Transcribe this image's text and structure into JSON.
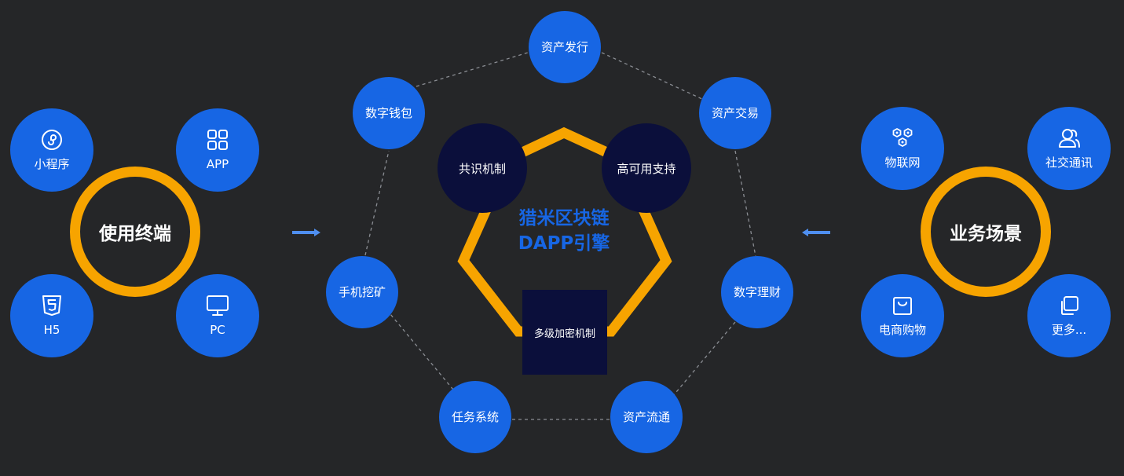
{
  "colors": {
    "background": "#252628",
    "node_blue": "#1766e4",
    "ring_orange": "#f7a400",
    "core_dark": "#0b0f3b",
    "engine_text": "#1766e4",
    "arrow": "#4f8ff0"
  },
  "left_group": {
    "title": "使用终端",
    "nodes": [
      {
        "label": "小程序",
        "icon": "mini-program-icon"
      },
      {
        "label": "APP",
        "icon": "app-grid-icon"
      },
      {
        "label": "H5",
        "icon": "html5-icon"
      },
      {
        "label": "PC",
        "icon": "monitor-icon"
      }
    ]
  },
  "right_group": {
    "title": "业务场景",
    "nodes": [
      {
        "label": "物联网",
        "icon": "iot-hexagons-icon"
      },
      {
        "label": "社交通讯",
        "icon": "users-icon"
      },
      {
        "label": "电商购物",
        "icon": "shopping-bag-icon"
      },
      {
        "label": "更多...",
        "icon": "copy-icon"
      }
    ]
  },
  "center": {
    "engine_title_line1": "猎米区块链",
    "engine_title_line2": "DAPP引擎",
    "core_left": "共识机制",
    "core_right": "高可用支持",
    "core_bottom": "多级加密机制",
    "outer_nodes": [
      {
        "label": "资产发行"
      },
      {
        "label": "资产交易"
      },
      {
        "label": "数字理财"
      },
      {
        "label": "资产流通"
      },
      {
        "label": "任务系统"
      },
      {
        "label": "手机挖矿"
      },
      {
        "label": "数字钱包"
      }
    ]
  }
}
